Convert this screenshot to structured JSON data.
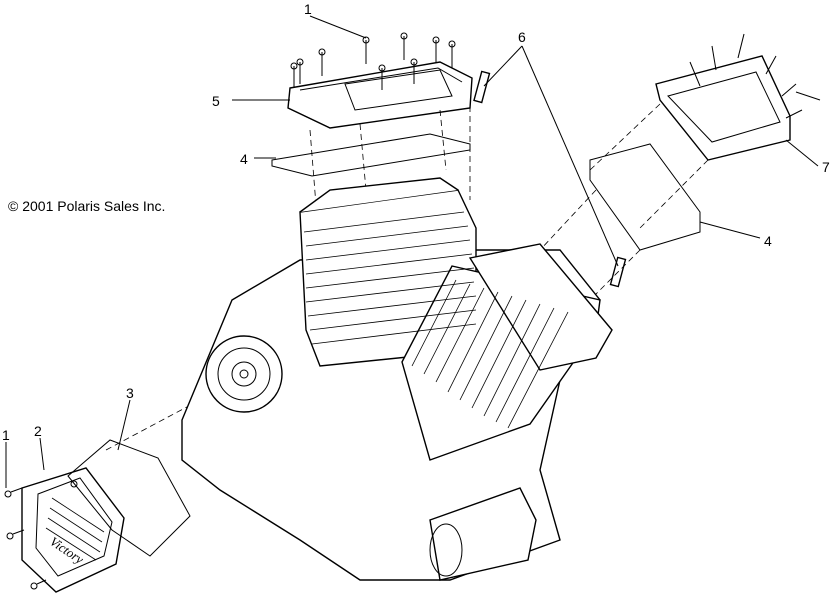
{
  "copyright": "© 2001 Polaris Sales Inc.",
  "callouts": [
    {
      "id": "c1-top",
      "text": "1"
    },
    {
      "id": "c5",
      "text": "5"
    },
    {
      "id": "c4-left",
      "text": "4"
    },
    {
      "id": "c6",
      "text": "6"
    },
    {
      "id": "c7",
      "text": "7"
    },
    {
      "id": "c4-right",
      "text": "4"
    },
    {
      "id": "c3",
      "text": "3"
    },
    {
      "id": "c1-left",
      "text": "1"
    },
    {
      "id": "c2",
      "text": "2"
    }
  ],
  "cover_logo_text": "Victory"
}
